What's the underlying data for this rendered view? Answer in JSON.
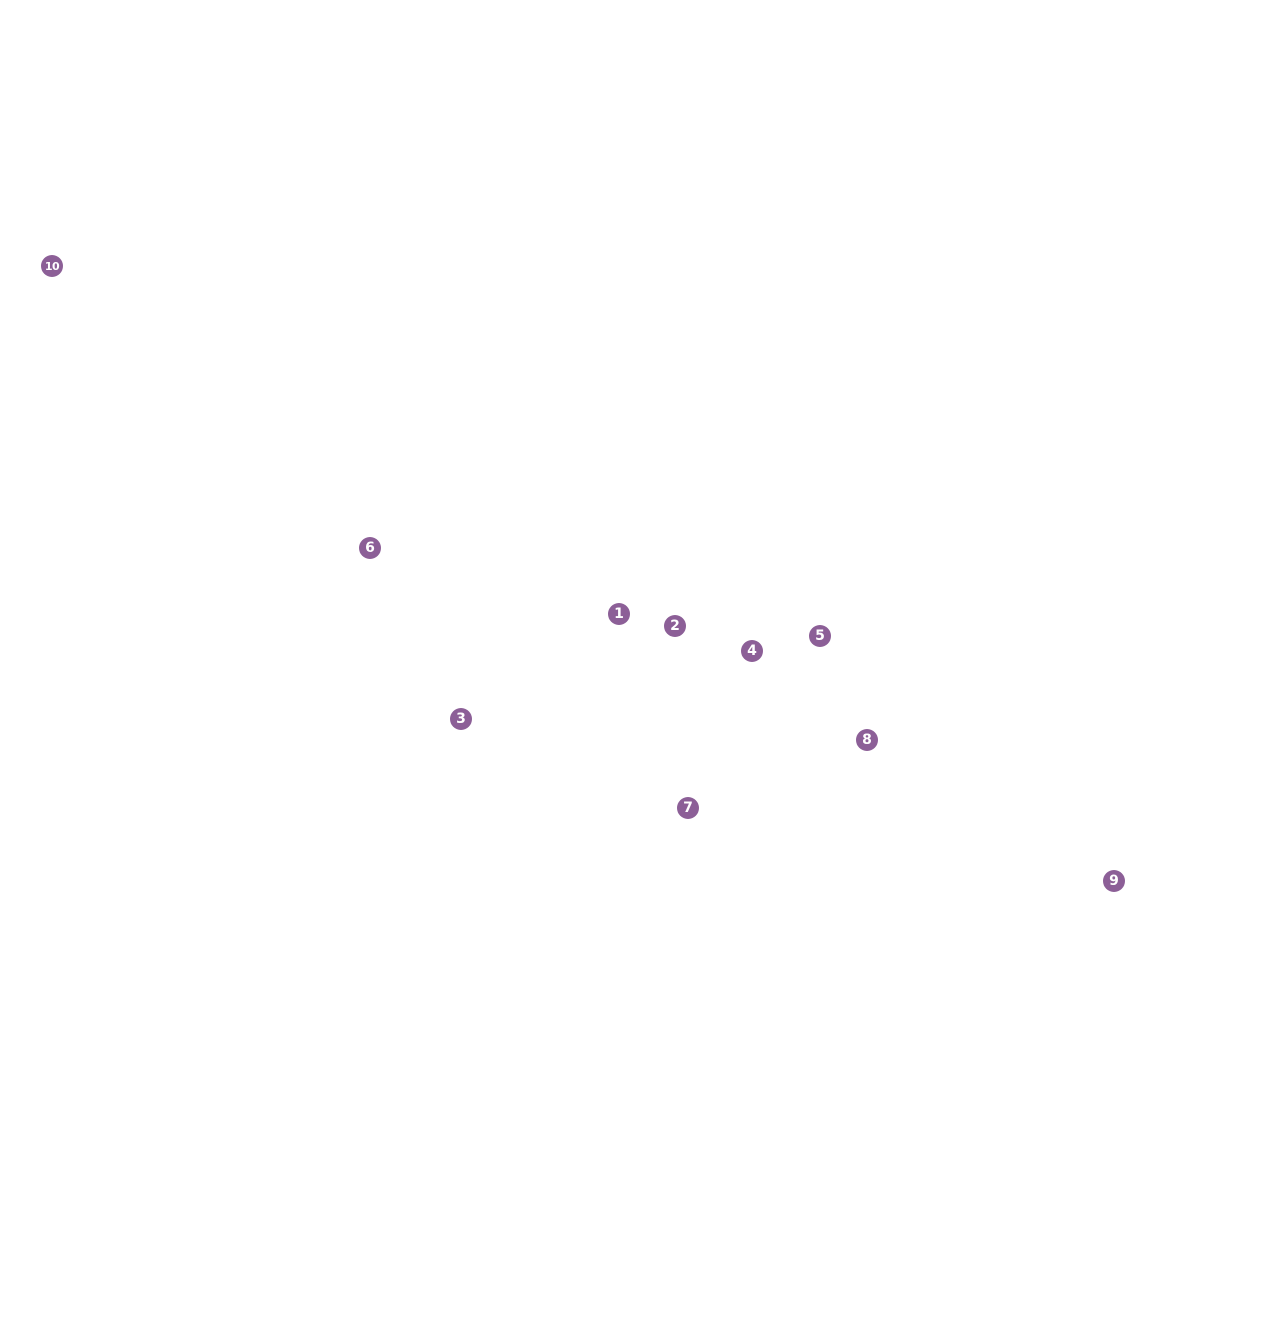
{
  "marker_color": "#8c5f97",
  "markers": [
    {
      "label": "1"
    },
    {
      "label": "2"
    },
    {
      "label": "3"
    },
    {
      "label": "4"
    },
    {
      "label": "5"
    },
    {
      "label": "6"
    },
    {
      "label": "7"
    },
    {
      "label": "8"
    },
    {
      "label": "9"
    },
    {
      "label": "10"
    }
  ]
}
